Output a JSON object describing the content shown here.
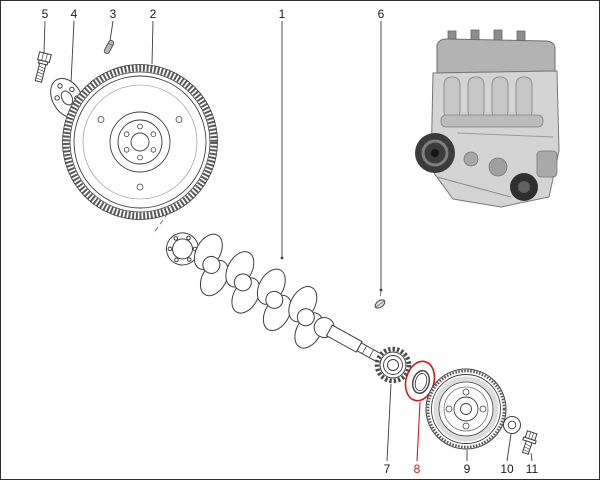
{
  "colors": {
    "highlight": "#c4201c",
    "line": "#3c3c3c"
  },
  "callouts": {
    "top": [
      {
        "label": "5",
        "part": "flywheel-bolt"
      },
      {
        "label": "4",
        "part": "spacer-plate"
      },
      {
        "label": "3",
        "part": "dowel-pin"
      },
      {
        "label": "2",
        "part": "flywheel"
      },
      {
        "label": "1",
        "part": "crankshaft"
      },
      {
        "label": "6",
        "part": "woodruff-key"
      }
    ],
    "bottom": [
      {
        "label": "7",
        "part": "crankshaft-sprocket"
      },
      {
        "label": "8",
        "part": "seal-ring",
        "highlighted": true
      },
      {
        "label": "9",
        "part": "crankshaft-pulley"
      },
      {
        "label": "10",
        "part": "washer"
      },
      {
        "label": "11",
        "part": "pulley-bolt"
      }
    ]
  }
}
